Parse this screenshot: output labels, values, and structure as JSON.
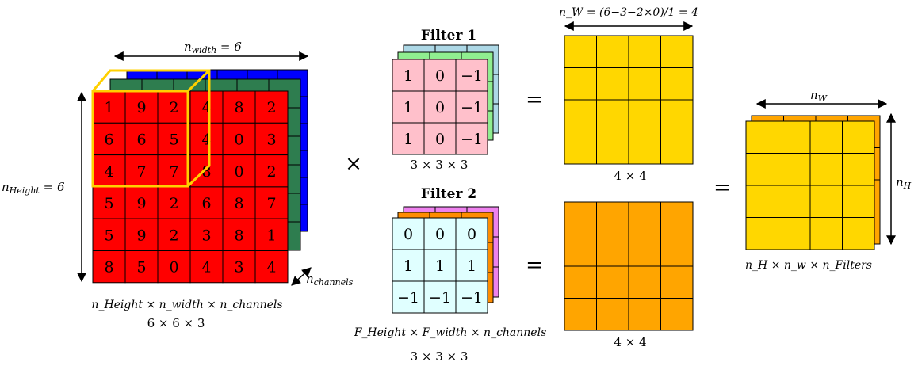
{
  "input": {
    "width_label": "n",
    "width_sub": "width",
    "width_eq": " = 6",
    "height_label": "n",
    "height_sub": "Height",
    "height_eq": " = 6",
    "channels_label": "n",
    "channels_sub": "channels",
    "dims_label": "n_Height × n_width × n_channels",
    "dims_value": "6 × 6 × 3",
    "front_color": "#ff0000",
    "mid_color": "#2e7d4f",
    "back_color": "#0000ff",
    "values": [
      [
        "1",
        "9",
        "2",
        "4",
        "8",
        "2"
      ],
      [
        "6",
        "6",
        "5",
        "4",
        "0",
        "3"
      ],
      [
        "4",
        "7",
        "7",
        "8",
        "0",
        "2"
      ],
      [
        "5",
        "9",
        "2",
        "6",
        "8",
        "7"
      ],
      [
        "5",
        "9",
        "2",
        "3",
        "8",
        "1"
      ],
      [
        "8",
        "5",
        "0",
        "4",
        "3",
        "4"
      ]
    ],
    "window_color": "#ffd000"
  },
  "multiply_symbol": "×",
  "filter1": {
    "title": "Filter 1",
    "values": [
      [
        "1",
        "0",
        "−1"
      ],
      [
        "1",
        "0",
        "−1"
      ],
      [
        "1",
        "0",
        "−1"
      ]
    ],
    "dims": "3 × 3 × 3",
    "front_color": "#ffc0cb",
    "layer_colors": [
      "#add8e6",
      "#90ee90"
    ]
  },
  "filter2": {
    "title": "Filter 2",
    "values": [
      [
        "0",
        "0",
        "0"
      ],
      [
        "1",
        "1",
        "1"
      ],
      [
        "−1",
        "−1",
        "−1"
      ]
    ],
    "dims_label": "F_Height × F_width × n_channels",
    "dims": "3 × 3 × 3",
    "front_color": "#e0ffff",
    "layer_colors": [
      "#ee82ee",
      "#ff8c00"
    ]
  },
  "equals_symbol": "=",
  "output1": {
    "formula": "n_W = (6−3−2×0)/1 = 4",
    "dims": "4 × 4",
    "color": "#ffd700"
  },
  "output2": {
    "dims": "4 × 4",
    "color": "#ffa500"
  },
  "final": {
    "width_label": "n",
    "width_sub": "W",
    "height_label": "n",
    "height_sub": "H",
    "dims_label": "n_H × n_w × n_Filters",
    "front_color": "#ffd700",
    "back_color": "#ffa500"
  }
}
